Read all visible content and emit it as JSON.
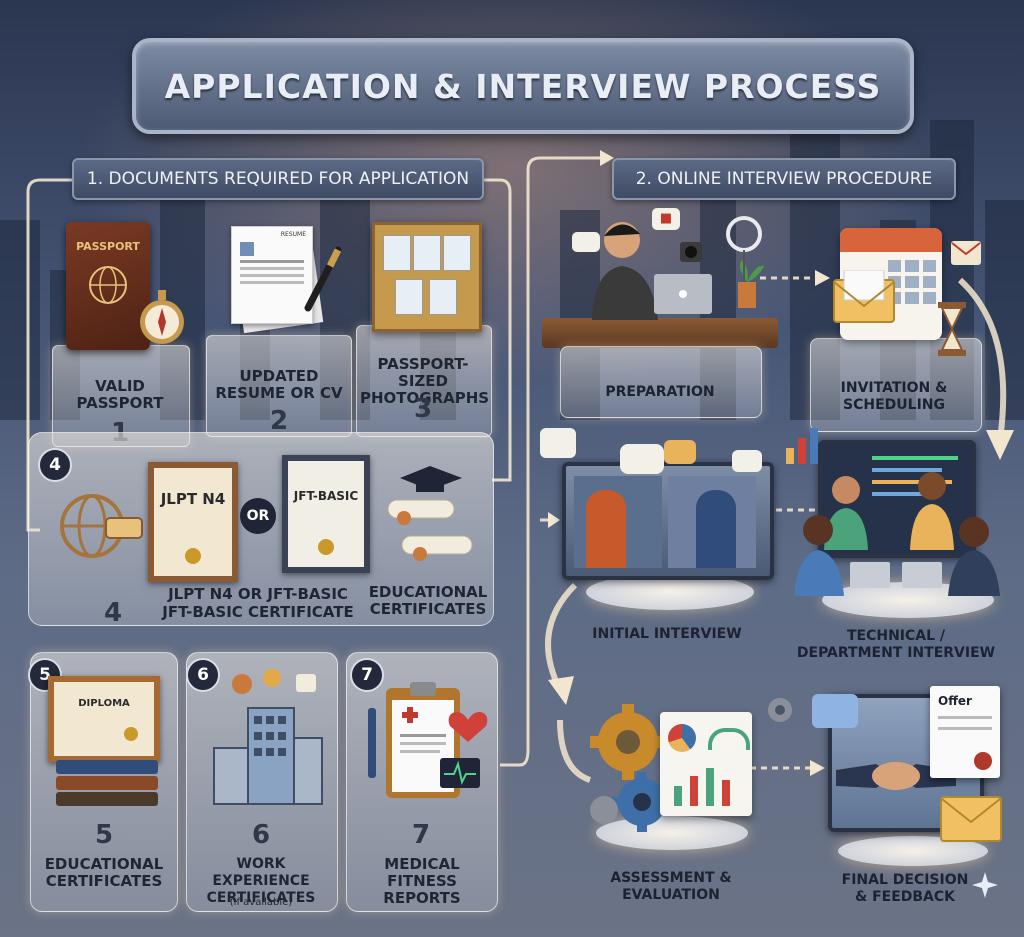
{
  "title": "APPLICATION & INTERVIEW PROCESS",
  "section1": {
    "label": "1. DOCUMENTS REQUIRED FOR APPLICATION",
    "items": [
      {
        "label": "VALID PASSPORT",
        "number": "1",
        "passport_text": "PASSPORT"
      },
      {
        "label": "UPDATED RESUME OR CV",
        "number": "2",
        "resume_header": "RESUME"
      },
      {
        "label": "PASSPORT-SIZED PHOTOGRAPHS",
        "number": "3"
      }
    ],
    "item4": {
      "badge": "4",
      "number": "4",
      "cert1": "JLPT N4",
      "cert2": "JFT-BASIC",
      "or": "OR",
      "label_main": "JLPT N4 OR JFT-BASIC",
      "label_sub": "JFT-BASIC CERTIFICATE",
      "label_right": "EDUCATIONAL CERTIFICATES"
    },
    "lower_items": [
      {
        "badge": "5",
        "number": "5",
        "label": "EDUCATIONAL CERTIFICATES",
        "note": "",
        "icon_text": "DIPLOMA"
      },
      {
        "badge": "6",
        "number": "6",
        "label": "WORK EXPERIENCE CERTIFICATES",
        "note": "(if available)",
        "icon_text": ""
      },
      {
        "badge": "7",
        "number": "7",
        "label": "MEDICAL FITNESS REPORTS",
        "note": "",
        "icon_text": ""
      }
    ]
  },
  "section2": {
    "label": "2. ONLINE INTERVIEW PROCEDURE",
    "steps": {
      "preparation": "PREPARATION",
      "invitation": "INVITATION & SCHEDULING",
      "initial": "INITIAL INTERVIEW",
      "technical": "TECHNICAL / DEPARTMENT INTERVIEW",
      "assessment": "ASSESSMENT & EVALUATION",
      "final": "FINAL DECISION & FEEDBACK"
    },
    "offer_text": "Offer"
  },
  "colors": {
    "accent_gold": "#e8b35a",
    "arrow": "#f3e6cf",
    "badge": "#23283a"
  },
  "icons": [
    "passport-icon",
    "compass-icon",
    "resume-icon",
    "pen-icon",
    "photos-icon",
    "globe-icon",
    "graduation-cap-icon",
    "diploma-icon",
    "building-icon",
    "medical-clipboard-icon",
    "heart-icon",
    "calendar-icon",
    "envelope-icon",
    "hourglass-icon",
    "video-call-icon",
    "gear-icon",
    "chart-icon",
    "handshake-icon",
    "offer-letter-icon",
    "sparkle-icon"
  ]
}
